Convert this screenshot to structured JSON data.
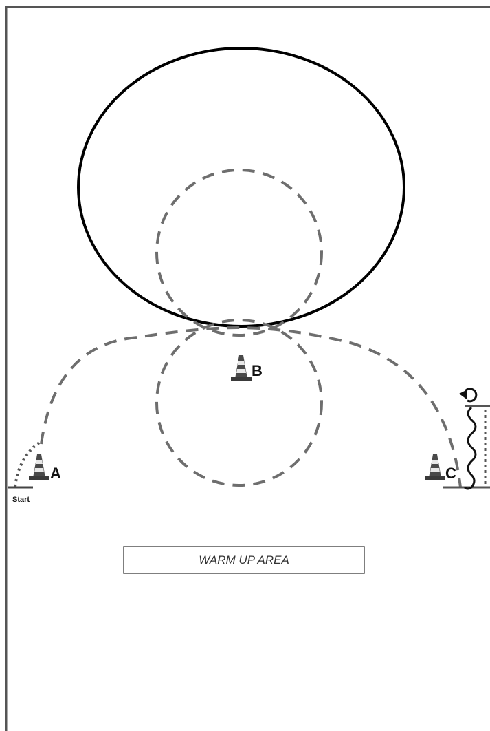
{
  "diagram": {
    "cones": [
      {
        "id": "A",
        "label": "A"
      },
      {
        "id": "B",
        "label": "B"
      },
      {
        "id": "C",
        "label": "C"
      }
    ],
    "start_label": "Start",
    "warm_up_area_label": "WARM UP AREA",
    "icons": [
      "traffic-cone-icon",
      "rotate-arrow-icon",
      "wavy-line-icon"
    ],
    "colors": {
      "border": "#555555",
      "solid_path": "#000000",
      "dashed_path": "#6e6e6e",
      "cone_dark": "#4a4a4a",
      "cone_light": "#e8e8e8"
    }
  }
}
